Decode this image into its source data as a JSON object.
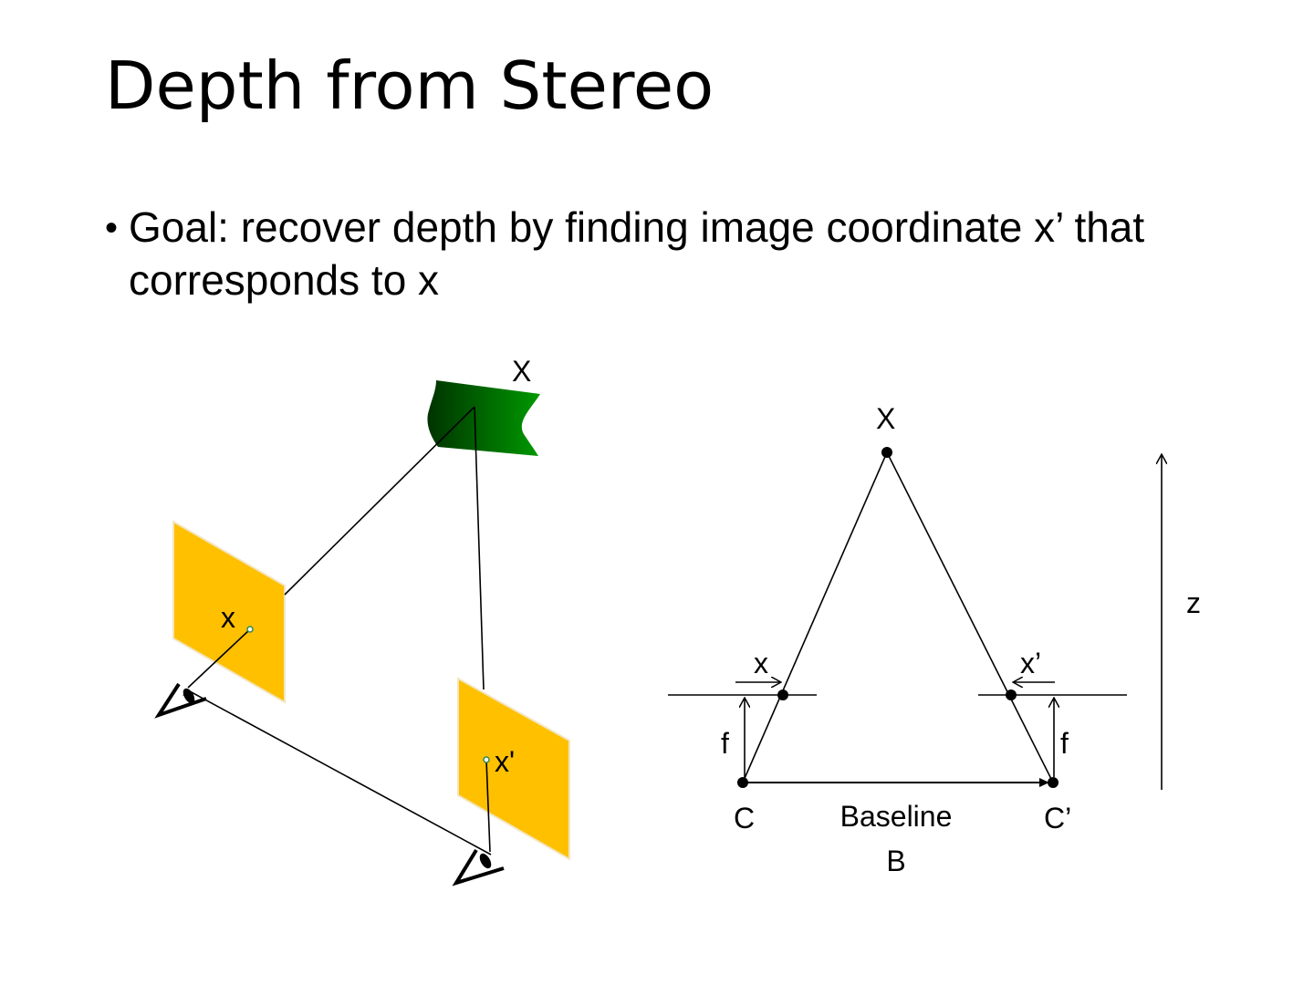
{
  "slide": {
    "title": "Depth from Stereo",
    "bullet": "Goal: recover depth by finding image coordinate x’ that corresponds to x"
  },
  "left_diagram": {
    "point_label": "X",
    "left_image_point": "x",
    "right_image_point": "x'"
  },
  "right_diagram": {
    "point_label": "X",
    "left_image_point": "x",
    "right_image_point": "x’",
    "left_focal": "f",
    "right_focal": "f",
    "left_camera": "C",
    "right_camera": "C’",
    "baseline_line1": "Baseline",
    "baseline_line2": "B",
    "depth_label": "z"
  },
  "colors": {
    "image_plane": "#FFC000",
    "object_dark": "#003300",
    "object_light": "#009900"
  }
}
